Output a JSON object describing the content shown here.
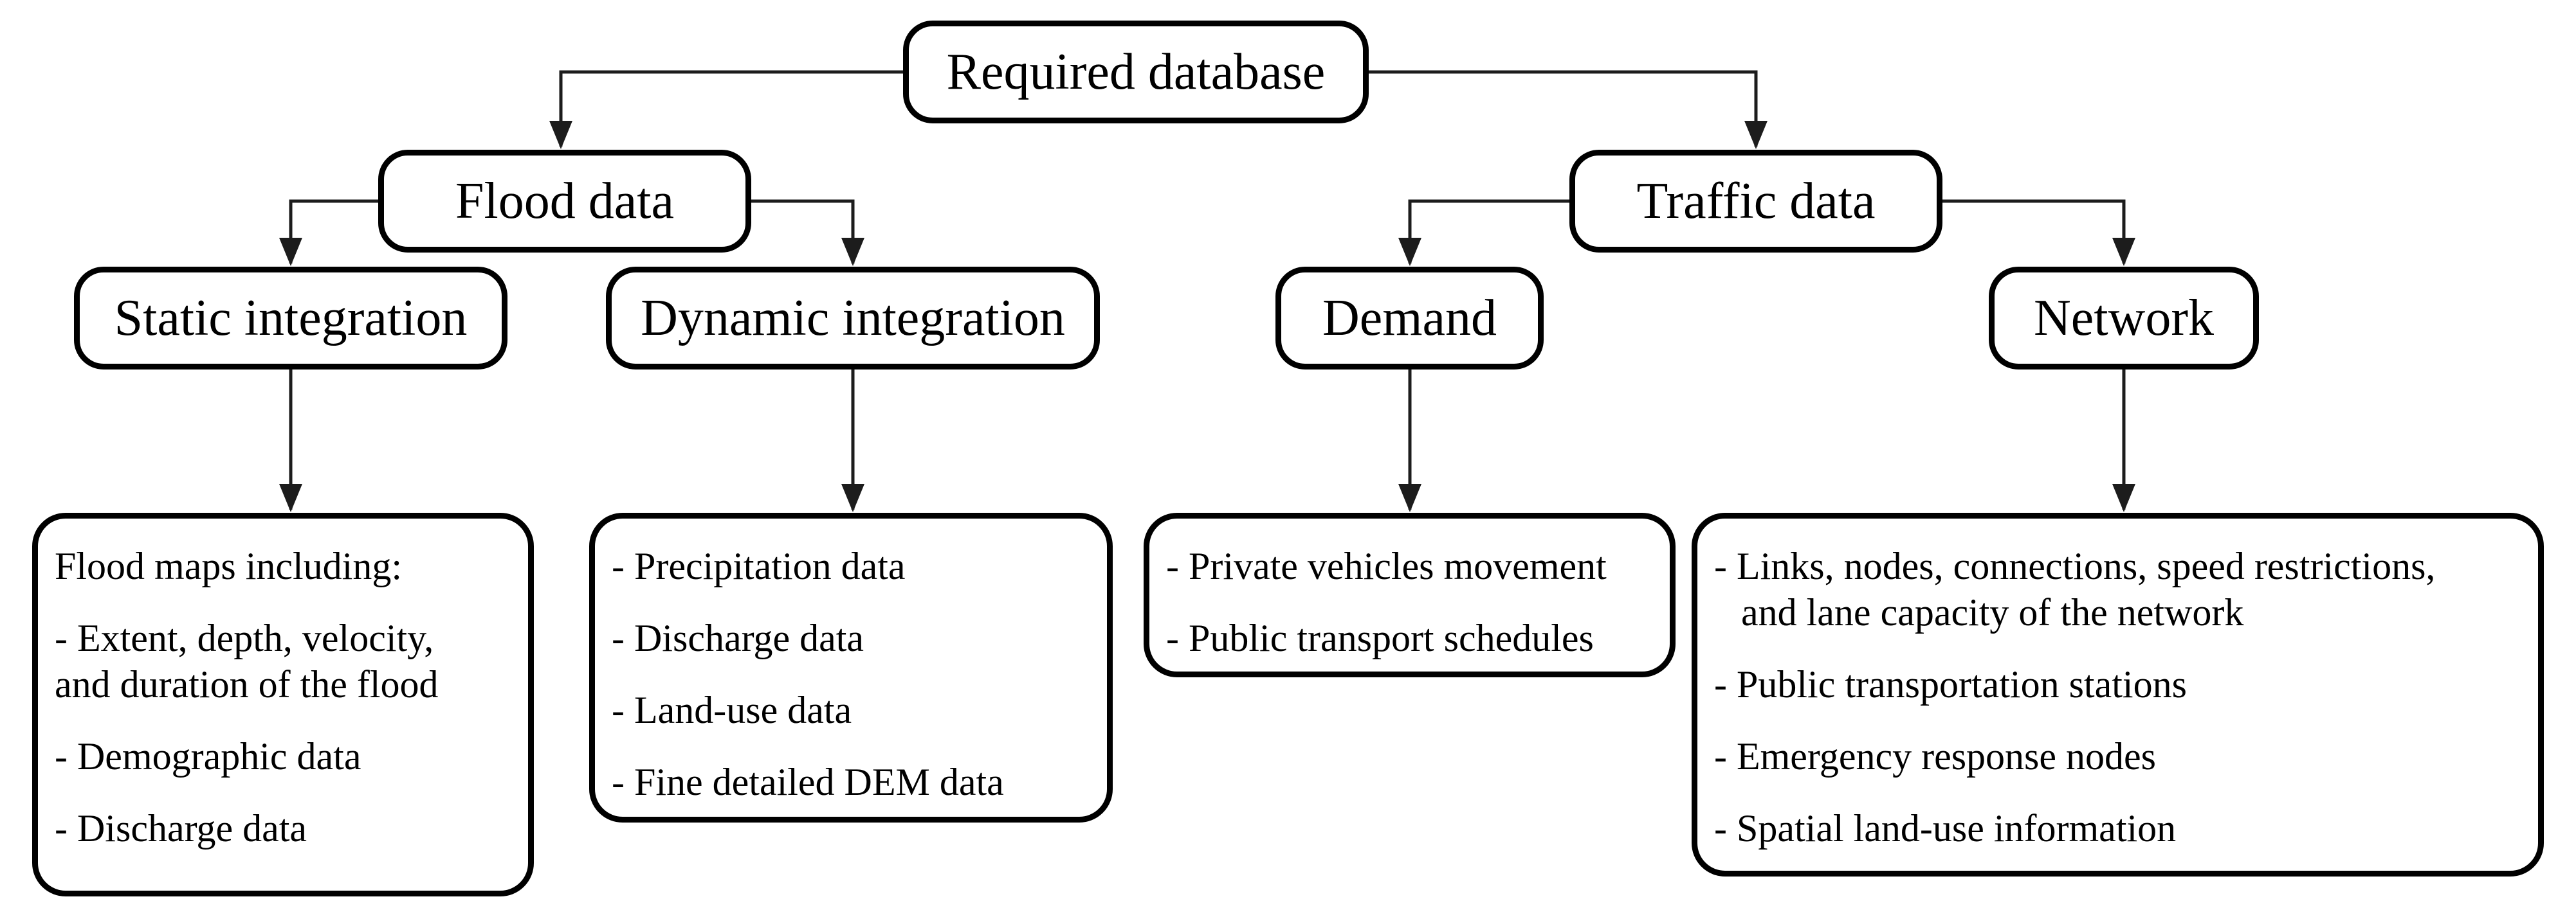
{
  "colors": {
    "box_border": "#000000",
    "text": "#000000",
    "connector": "#1c1c1c",
    "background": "#ffffff"
  },
  "nodes": {
    "required_database": {
      "label": "Required database"
    },
    "flood_data": {
      "label": "Flood data"
    },
    "traffic_data": {
      "label": "Traffic data"
    },
    "static_integration": {
      "label": "Static integration"
    },
    "dynamic_integration": {
      "label": "Dynamic integration"
    },
    "demand": {
      "label": "Demand"
    },
    "network": {
      "label": "Network"
    }
  },
  "leaves": {
    "flood_maps": {
      "lines": [
        "Flood maps including:",
        "- Extent, depth, velocity,",
        "and duration of the flood",
        "- Demographic data",
        "- Discharge data"
      ]
    },
    "dynamic_inputs": {
      "lines": [
        "- Precipitation data",
        "- Discharge data",
        "- Land-use data",
        "- Fine detailed DEM data"
      ]
    },
    "demand_inputs": {
      "lines": [
        "- Private vehicles movement",
        "- Public transport schedules"
      ]
    },
    "network_inputs": {
      "lines": [
        "- Links, nodes, connections, speed restrictions,",
        "and lane capacity of the network",
        "- Public transportation stations",
        "- Emergency response nodes",
        "- Spatial land-use information"
      ]
    }
  },
  "edges": [
    [
      "required_database",
      "flood_data"
    ],
    [
      "required_database",
      "traffic_data"
    ],
    [
      "flood_data",
      "static_integration"
    ],
    [
      "flood_data",
      "dynamic_integration"
    ],
    [
      "traffic_data",
      "demand"
    ],
    [
      "traffic_data",
      "network"
    ],
    [
      "static_integration",
      "flood_maps"
    ],
    [
      "dynamic_integration",
      "dynamic_inputs"
    ],
    [
      "demand",
      "demand_inputs"
    ],
    [
      "network",
      "network_inputs"
    ]
  ]
}
